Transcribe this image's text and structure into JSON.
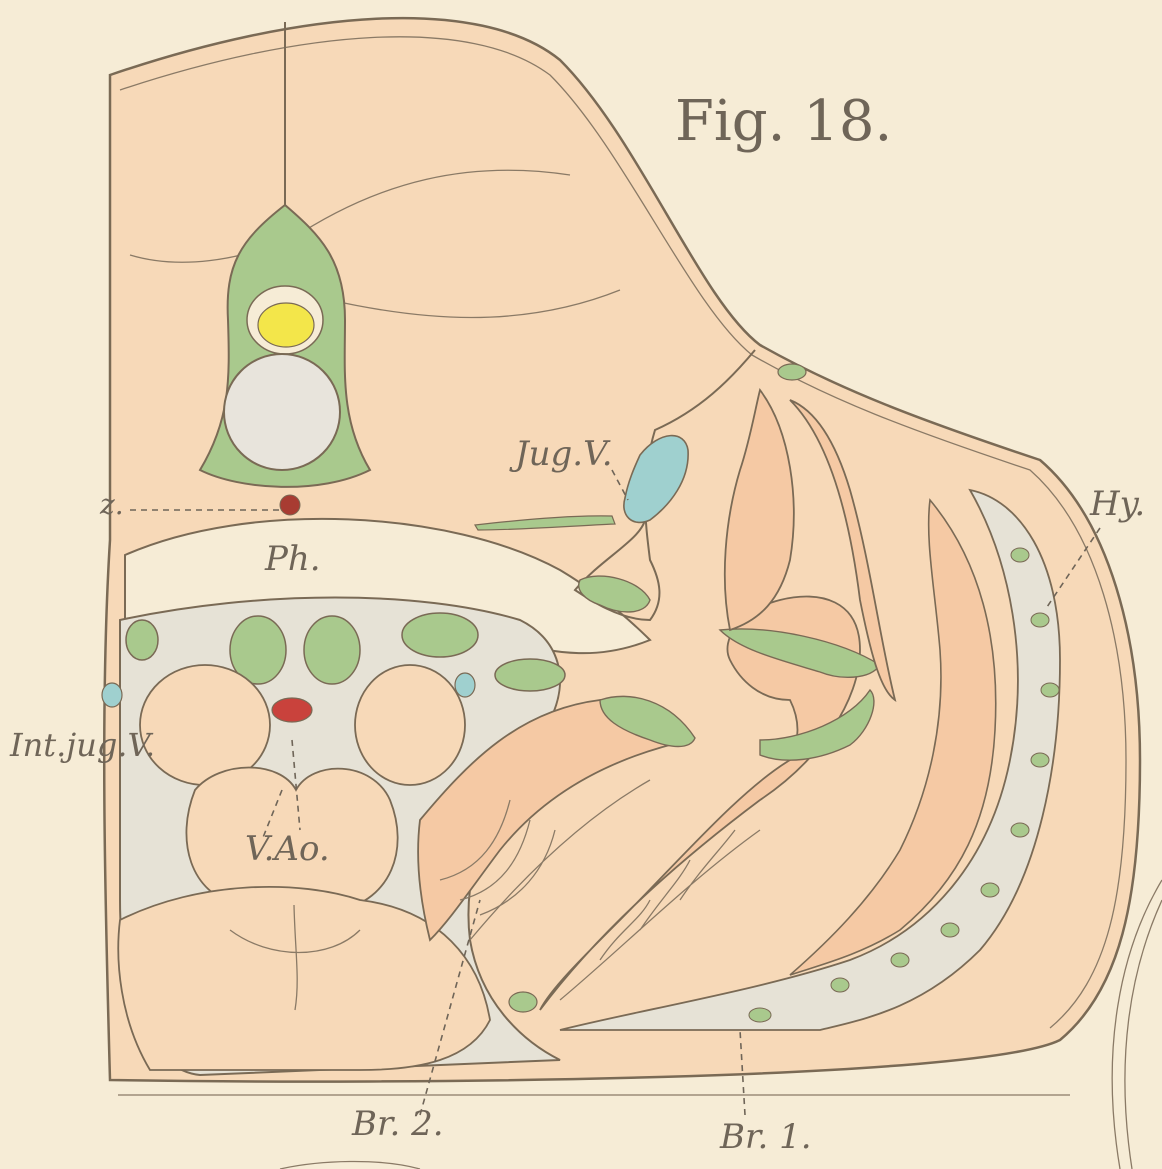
{
  "figure": {
    "title": "Fig. 18."
  },
  "labels": {
    "jug_v": "Jug.V.",
    "hy": "Hy.",
    "z": "z.",
    "ph": "Ph.",
    "int_jug_v": "Int.jug.V.",
    "v_ao": "V.Ao.",
    "br2": "Br. 2.",
    "br1": "Br. 1."
  },
  "colors": {
    "paper": "#f6ecd6",
    "tissue": "#f7d9b8",
    "gill": "#f5c9a4",
    "muscle_green": "#a9c98d",
    "vein_blue": "#9fd0cf",
    "artery_red": "#c9423c",
    "notochord": "#e8e4dc",
    "spinal_yellow": "#f3e64a",
    "outline": "#7a6a55"
  }
}
